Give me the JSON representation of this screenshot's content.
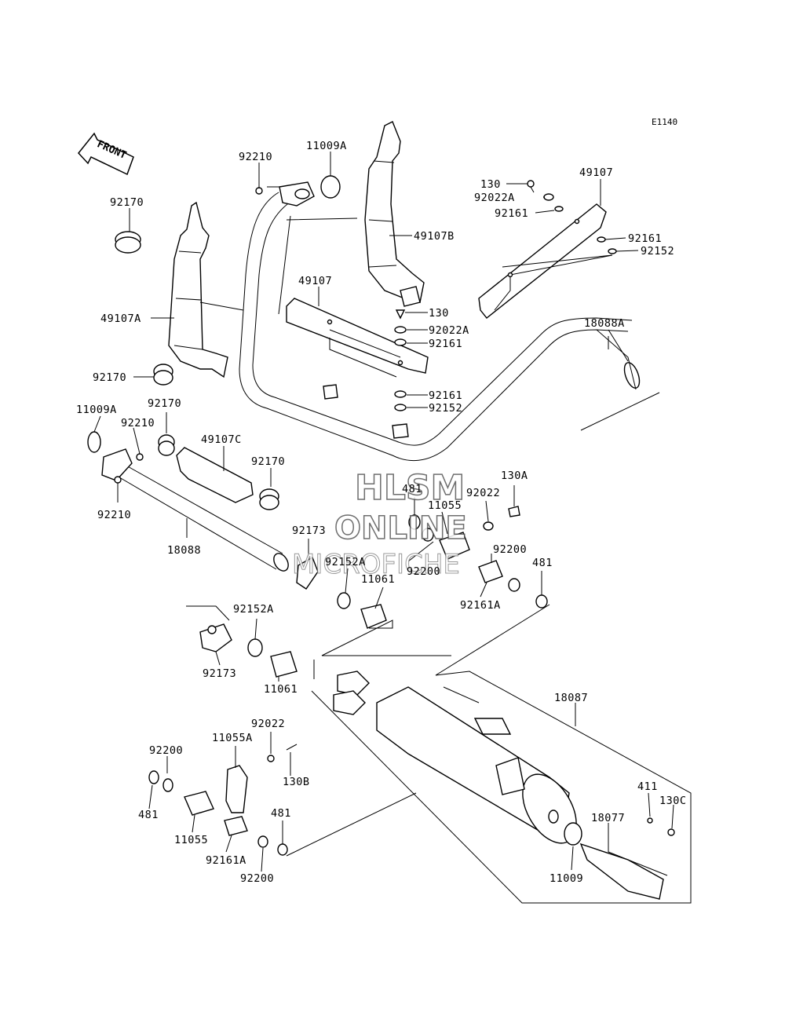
{
  "diagram": {
    "ref_code": "E1140",
    "front_label": "FRONT",
    "watermark": {
      "line1": "HLSM",
      "line2": "ONLINE",
      "line3": "MICROFICHE"
    },
    "labels": {
      "p92170_a": "92170",
      "p92210_a": "92210",
      "p11009a_a": "11009A",
      "p49107b": "49107B",
      "p49107a": "49107A",
      "p92170_b": "92170",
      "p49107_a": "49107",
      "p130_a": "130",
      "p92022a_a": "92022A",
      "p92161_a": "92161",
      "p92161_b": "92161",
      "p92152_a": "92152",
      "p130_b": "130",
      "p92022a_b": "92022A",
      "p92161_c": "92161",
      "p49107_b": "49107",
      "p92161_d": "92161",
      "p92152_b": "92152",
      "p18088a": "18088A",
      "p11009a_b": "11009A",
      "p92170_c": "92170",
      "p92210_b": "92210",
      "p49107c": "49107C",
      "p92170_d": "92170",
      "p92210_c": "92210",
      "p18088": "18088",
      "p481_a": "481",
      "p11055_a": "11055",
      "p92022_a": "92022",
      "p130a": "130A",
      "p92173_a": "92173",
      "p92152a_a": "92152A",
      "p92200_a": "92200",
      "p92200_b": "92200",
      "p481_b": "481",
      "p11061_a": "11061",
      "p92161a_a": "92161A",
      "p92152a_b": "92152A",
      "p92173_b": "92173",
      "p11061_b": "11061",
      "p18087": "18087",
      "p92022_b": "92022",
      "p11055a": "11055A",
      "p92200_c": "92200",
      "p130b": "130B",
      "p481_c": "481",
      "p11055_b": "11055",
      "p481_d": "481",
      "p92161a_b": "92161A",
      "p92200_d": "92200",
      "p411": "411",
      "p130c": "130C",
      "p18077": "18077",
      "p11009": "11009"
    }
  }
}
